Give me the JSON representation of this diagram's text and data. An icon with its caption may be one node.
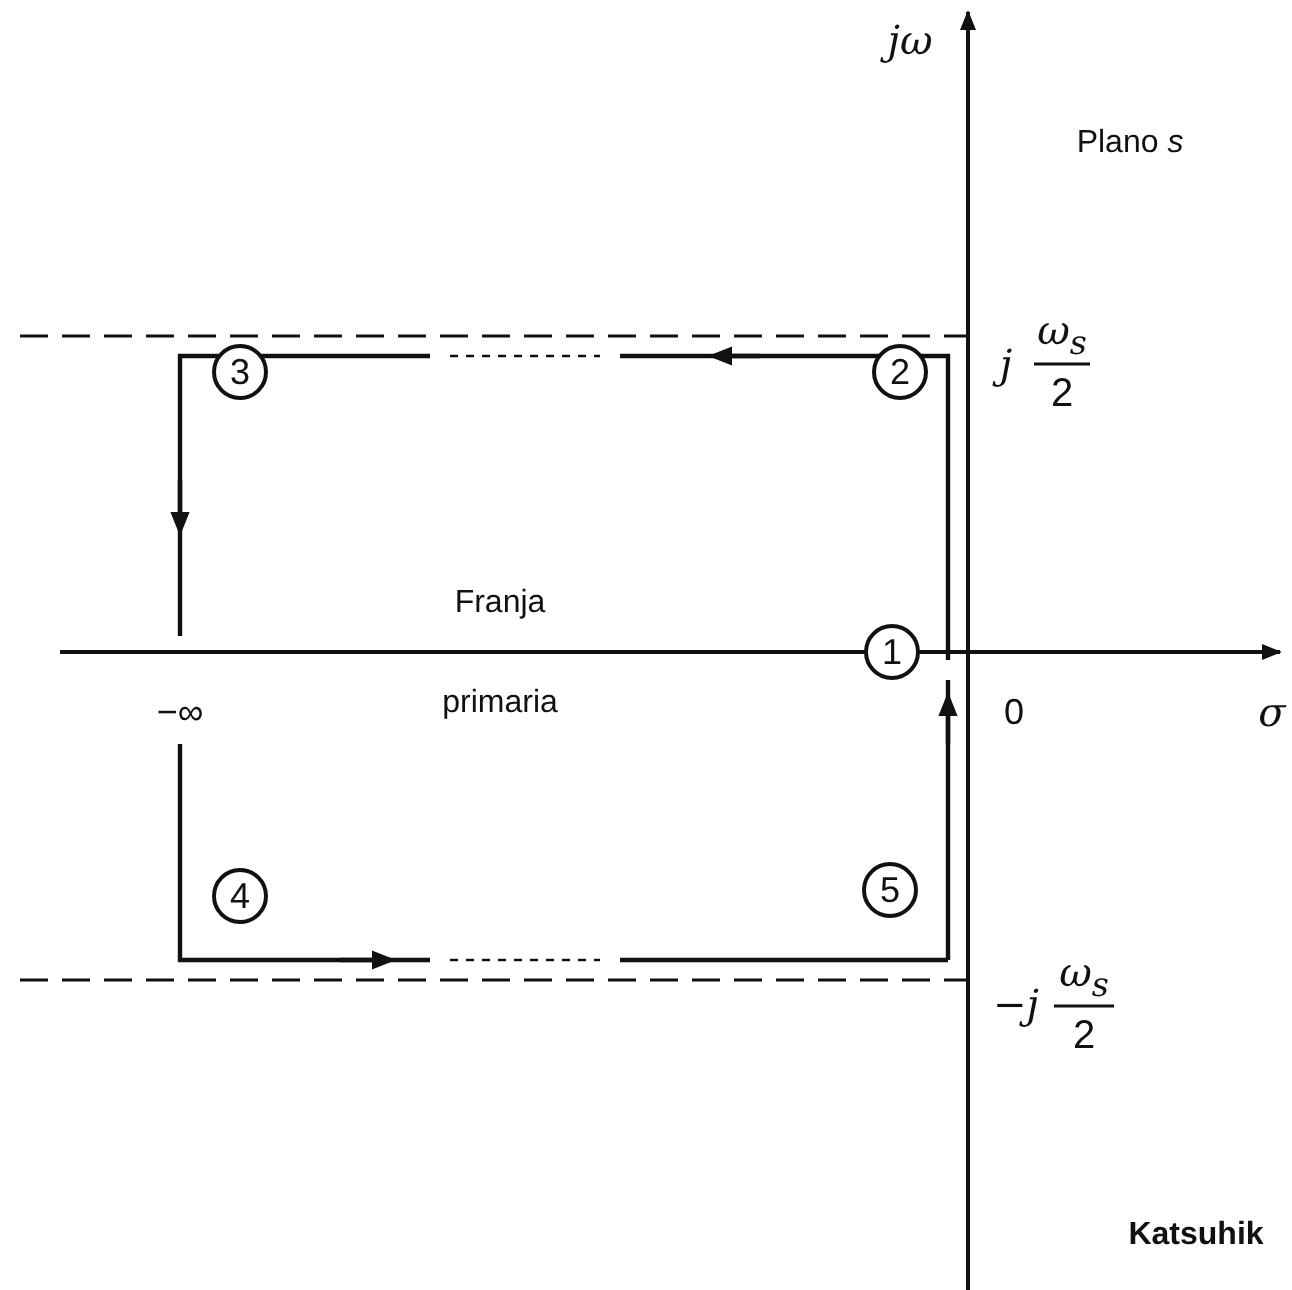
{
  "diagram": {
    "labels": [
      "jω",
      "Plano *s*",
      "j",
      "ω$_{s}$",
      "2",
      "3",
      "2",
      "Franja",
      "1",
      "primaria",
      "−∞",
      "0",
      "σ",
      "4",
      "5",
      "−j",
      "ω$_{s}$",
      "2",
      "Katsuhik"
    ]
  }
}
